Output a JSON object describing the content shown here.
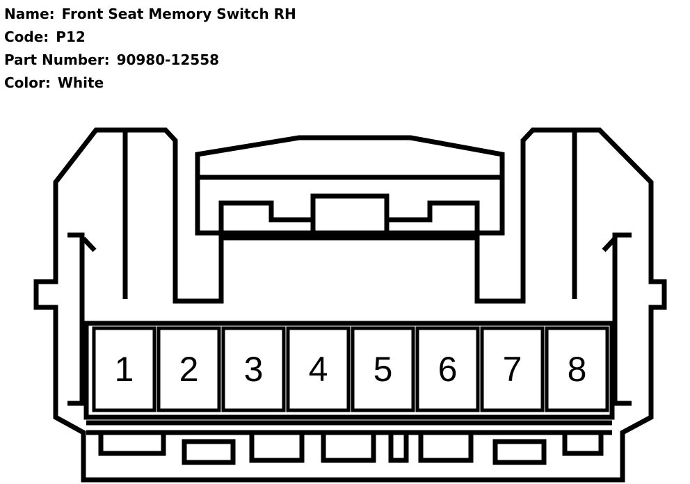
{
  "connector": {
    "name_label": "Name:",
    "name_value": "Front Seat Memory Switch RH",
    "code_label": "Code:",
    "code_value": "P12",
    "part_label": "Part Number:",
    "part_value": "90980-12558",
    "color_label": "Color:",
    "color_value": "White"
  },
  "pins": [
    "1",
    "2",
    "3",
    "4",
    "5",
    "6",
    "7",
    "8"
  ],
  "colors": {
    "line": "#000000",
    "background": "#ffffff"
  }
}
